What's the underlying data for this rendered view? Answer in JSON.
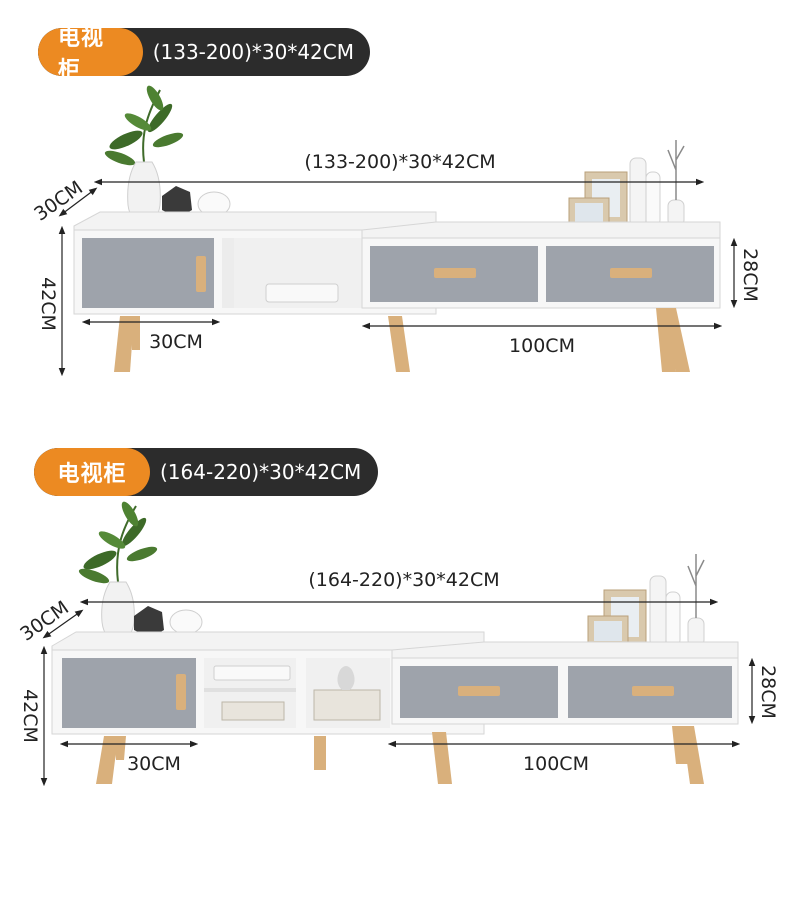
{
  "sections": [
    {
      "tag": "电视柜",
      "size_label": "(133-200)*30*42CM",
      "length_label": "(133-200)*30*42CM",
      "depth_label": "30CM",
      "height_label": "42CM",
      "drawer_height_label": "28CM",
      "left_width_label": "30CM",
      "right_width_label": "100CM"
    },
    {
      "tag": "电视柜",
      "size_label": "(164-220)*30*42CM",
      "length_label": "(164-220)*30*42CM",
      "depth_label": "30CM",
      "height_label": "42CM",
      "drawer_height_label": "28CM",
      "left_width_label": "30CM",
      "right_width_label": "100CM"
    }
  ],
  "colors": {
    "tag_orange": "#ec8a22",
    "badge_dark": "#2c2c2c",
    "cabinet_white": "#f7f7f7",
    "panel_grey": "#9ea3ab",
    "wood": "#d9b07c"
  }
}
